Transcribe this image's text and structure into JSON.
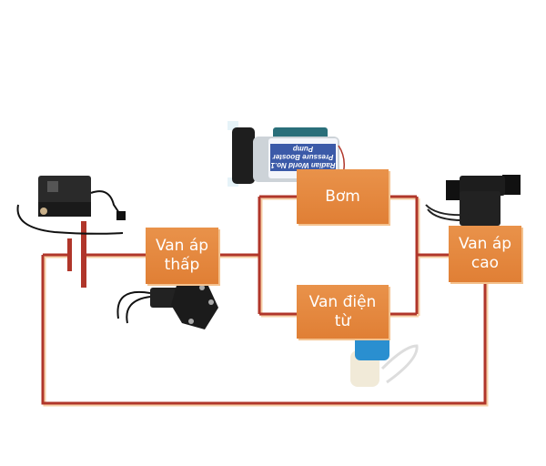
{
  "components": {
    "low_pressure_valve": {
      "label_line1": "Van áp",
      "label_line2": "thấp"
    },
    "pump": {
      "label": "Bơm",
      "photo_text": "Radian World No.1 Pressure Booster Pump"
    },
    "solenoid_valve": {
      "label_line1": "Van điện",
      "label_line2": "từ"
    },
    "high_pressure_valve": {
      "label_line1": "Van áp",
      "label_line2": "cao"
    }
  },
  "colors": {
    "wire": "#b0362a",
    "box": "#e3863b",
    "box_text": "#ffffff"
  }
}
